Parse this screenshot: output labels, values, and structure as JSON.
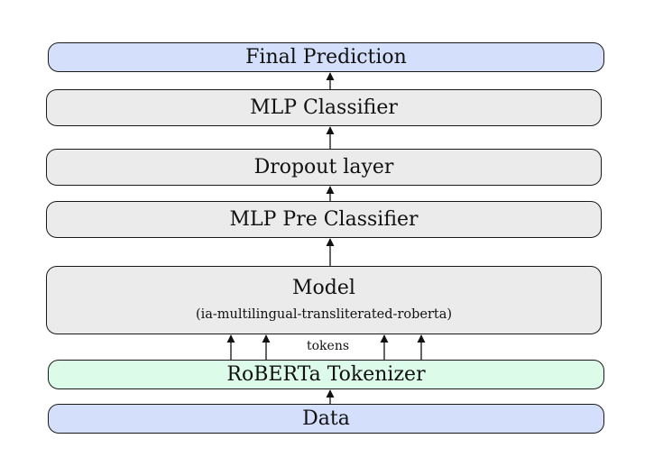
{
  "boxes": {
    "final_prediction": "Final Prediction",
    "mlp_classifier": "MLP Classifier",
    "dropout_layer": "Dropout layer",
    "mlp_pre_classifier": "MLP Pre Classifier",
    "model": "Model",
    "model_sub": "(ia-multilingual-transliterated-roberta)",
    "tokenizer": "RoBERTa Tokenizer",
    "data": "Data"
  },
  "tokens_label": "tokens",
  "colors": {
    "blue": "#d4e0fb",
    "gray": "#ebebeb",
    "green": "#ddfbe9",
    "border": "#1a1a1a"
  }
}
